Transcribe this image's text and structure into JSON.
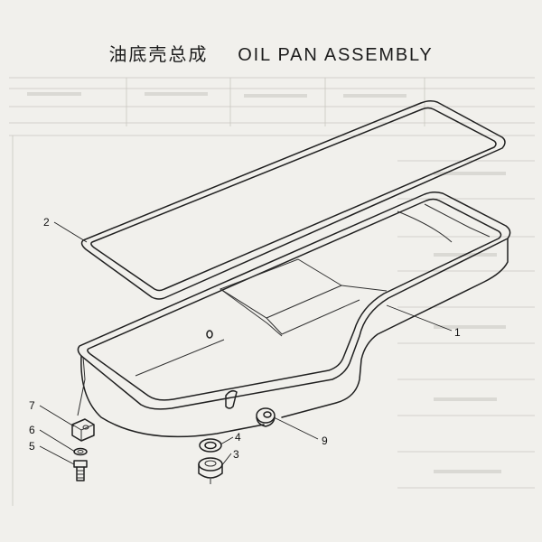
{
  "title": {
    "chinese": "油底壳总成",
    "english": "OIL PAN ASSEMBLY"
  },
  "callouts": [
    {
      "number": "1",
      "part": "oil pan"
    },
    {
      "number": "2",
      "part": "oil pan gasket"
    },
    {
      "number": "3",
      "part": "drain plug"
    },
    {
      "number": "4",
      "part": "drain plug washer"
    },
    {
      "number": "5",
      "part": "bolt"
    },
    {
      "number": "6",
      "part": "washer"
    },
    {
      "number": "7",
      "part": "clamp plate"
    },
    {
      "number": "9",
      "part": "pan boss"
    }
  ]
}
